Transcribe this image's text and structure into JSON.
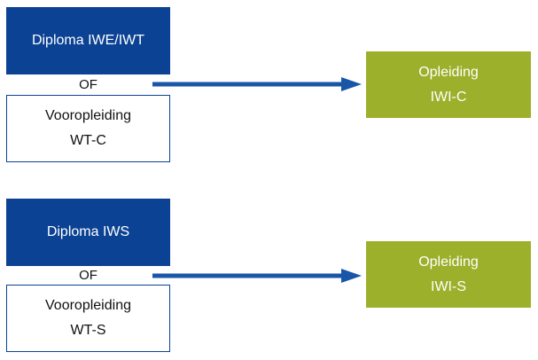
{
  "colors": {
    "primary_blue": "#0c4294",
    "green": "#9db02b",
    "arrow": "#1a56a8"
  },
  "groups": [
    {
      "diploma": "Diploma IWE/IWT",
      "connector": "OF",
      "prior_education": {
        "line1": "Vooropleiding",
        "line2": "WT-C"
      },
      "target": {
        "line1": "Opleiding",
        "line2": "IWI-C"
      }
    },
    {
      "diploma": "Diploma IWS",
      "connector": "OF",
      "prior_education": {
        "line1": "Vooropleiding",
        "line2": "WT-S"
      },
      "target": {
        "line1": "Opleiding",
        "line2": "IWI-S"
      }
    }
  ]
}
